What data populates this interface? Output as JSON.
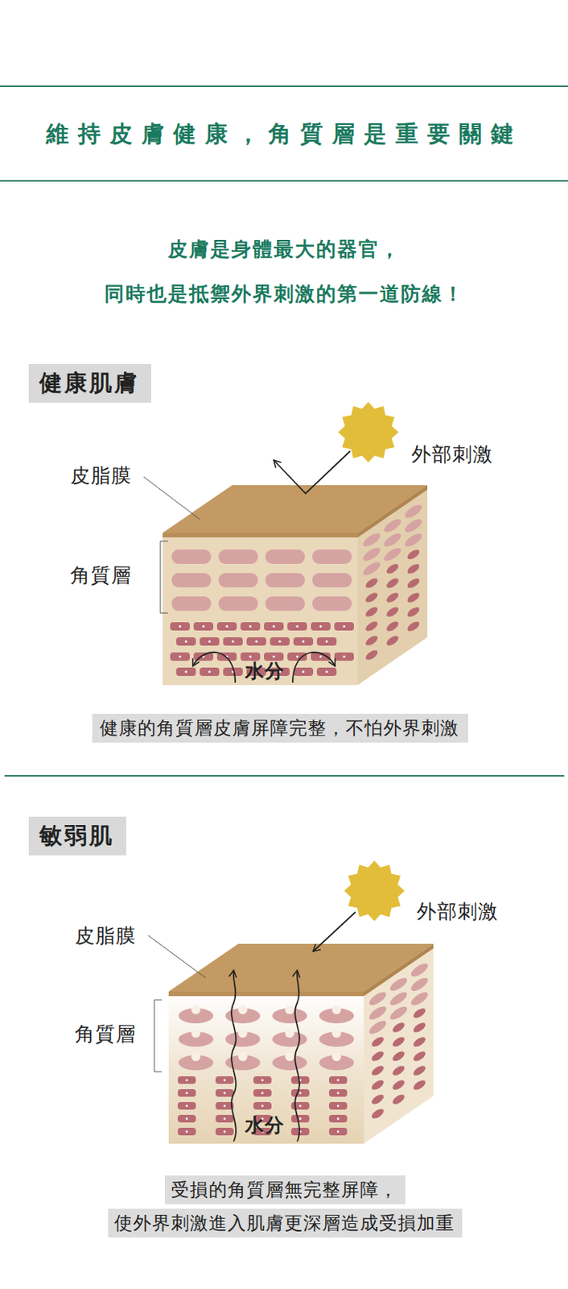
{
  "diagram": {
    "title": "維持皮膚健康，角質層是重要關鍵",
    "nodes": [
      {
        "text": [
          "健康肌膚"
        ]
      },
      {
        "text": [
          "健康的角質層皮膚屏障完整，不怕外界刺激"
        ]
      },
      {
        "text": [
          "敏弱肌"
        ]
      },
      {
        "text": [
          "受損的角質層無完整屏障，"
        ]
      },
      {
        "text": [
          "使外界刺激進入肌膚更深層造成受損加重"
        ]
      }
    ],
    "labels": [
      "皮膚是身體最大的器官，",
      "同時也是抵禦外界刺激的第一道防線！",
      "外部刺激",
      "皮脂膜",
      "角質層",
      "水分",
      "外部刺激",
      "皮脂膜",
      "角質層",
      "水分"
    ]
  }
}
